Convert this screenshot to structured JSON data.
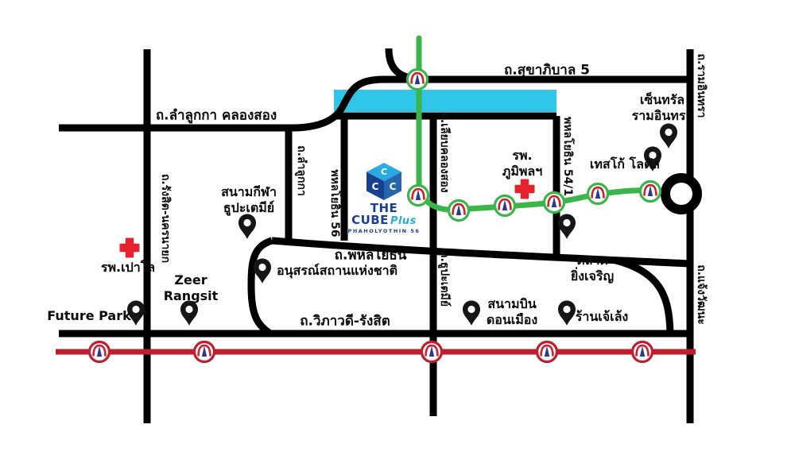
{
  "logo": {
    "name": "THE CUBE",
    "plus": "Plus",
    "subtitle": "PHAHOLYOTHIN 56"
  },
  "colors": {
    "road": "#000000",
    "canal": "#2fc6e8",
    "green_line": "#3ab54a",
    "red_line": "#be1e2d",
    "hospital_cross": "#e8212e",
    "logo_navy": "#1b3f8f",
    "logo_light_blue": "#29abe2"
  },
  "road_labels": {
    "sukhaphiban5": "ถ.สุขาภิบาล 5",
    "lamlukka_klongsong": "ถ.ลำลูกกา คลองสอง",
    "phahonyothin": "ถ.พหลโยธิน",
    "vibhavadi": "ถ.วิภาวดี-รังสิต",
    "rangsit_nakhonnayok": "ถ.รังสิต-นครนายก",
    "lamlukka": "ถ.ลำลูกกา",
    "phahonyothin56": "พหลโยธิน 56",
    "liap_khlong_song": "ถ.เลียบคลองสอง",
    "thupatemi": "ถ.ธูปะเตมีย์",
    "phahonyothin54_1": "พหลโยธิน 54/1",
    "ramindra": "ถ.รามอินทรา",
    "chaengwattana": "ถ.แจ้งวัฒนะ"
  },
  "landmarks": {
    "central_ramindra": "เซ็นทรัล\nรามอินทรา",
    "tesco_lotus": "เทสโก้ โลตัส",
    "bhumibol_hospital": "รพ.\nภูมิพลฯ",
    "thupatemi_stadium": "สนามกีฬา\nธูปะเตมีย์",
    "paolo_hospital": "รพ.เปาโล",
    "zeer_rangsit": "Zeer\nRangsit",
    "future_park": "Future Park",
    "national_memorial": "อนุสรณ์สถานแห่งชาติ",
    "don_mueang_airport": "สนามบิน\nดอนเมือง",
    "je_leng_shop": "ร้านเจ้เล้ง",
    "ying_charoen_market": "ตลาด\nยิ่งเจริญ"
  }
}
